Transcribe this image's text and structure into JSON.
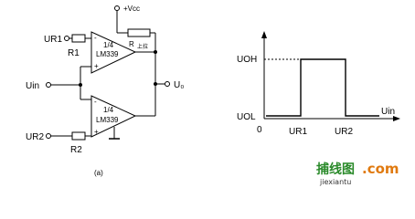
{
  "circuit": {
    "supply_label": "+Vcc",
    "pullup_label": "R",
    "pullup_sub": "上拉",
    "comparator_top": {
      "unit": "1/4",
      "part": "LM339",
      "minus": "-",
      "plus": "+"
    },
    "comparator_bottom": {
      "unit": "1/4",
      "part": "LM339",
      "minus": "-",
      "plus": "+"
    },
    "input_ur1": "UR1",
    "res_r1": "R1",
    "input_uin": "Uin",
    "input_ur2": "UR2",
    "res_r2": "R2",
    "output_label": "U₀",
    "caption": "(a)"
  },
  "waveform": {
    "y_high": "UOH",
    "y_low": "UOL",
    "origin": "0",
    "x_label": "Uin",
    "x_tick1": "UR1",
    "x_tick2": "UR2"
  },
  "watermark": {
    "cn_text": "捕线图",
    "com_text": ".com",
    "url": "jiexiantu"
  }
}
